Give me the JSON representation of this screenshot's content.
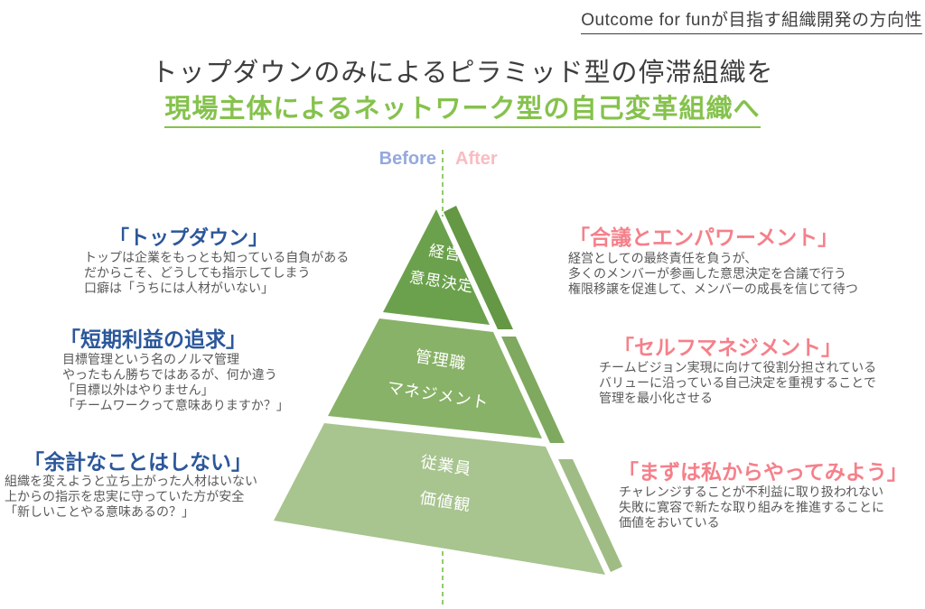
{
  "header": {
    "title": "Outcome for funが目指す組織開発の方向性"
  },
  "main_title": {
    "line1": "トップダウンのみによるピラミッド型の停滞組織を",
    "line2": "現場主体によるネットワーク型の自己変革組織へ"
  },
  "axis": {
    "before_label": "Before",
    "after_label": "After"
  },
  "pyramid": {
    "tiers": [
      {
        "label_line1": "経営",
        "label_line2": "意思決定",
        "front_color": "#6ba14c",
        "side_color": "#649844"
      },
      {
        "label_line1": "管理職",
        "label_line2": "マネジメント",
        "front_color": "#88b267",
        "side_color": "#7fa95e"
      },
      {
        "label_line1": "従業員",
        "label_line2": "価値観",
        "front_color": "#a8c48f",
        "side_color": "#9fbc85"
      }
    ]
  },
  "before_blocks": [
    {
      "heading": "「トップダウン」",
      "lines": [
        "トップは企業をもっとも知っている自負がある",
        "だからこそ、どうしても指示してしまう",
        "口癖は「うちには人材がいない」"
      ]
    },
    {
      "heading": "「短期利益の追求」",
      "lines": [
        "目標管理という名のノルマ管理",
        "やったもん勝ちではあるが、何か違う",
        "「目標以外はやりません」",
        "「チームワークって意味ありますか？」"
      ]
    },
    {
      "heading": "「余計なことはしない」",
      "lines": [
        "組織を変えようと立ち上がった人材はいない",
        "上からの指示を忠実に守っていた方が安全",
        "「新しいことやる意味あるの？」"
      ]
    }
  ],
  "after_blocks": [
    {
      "heading": "「合議とエンパワーメント」",
      "lines": [
        "経営としての最終責任を負うが、",
        "多くのメンバーが参画した意思決定を合議で行う",
        "権限移譲を促進して、メンバーの成長を信じて待つ"
      ]
    },
    {
      "heading": "「セルフマネジメント」",
      "lines": [
        "チームビジョン実現に向けて役割分担されている",
        "バリューに沿っている自己決定を重視することで",
        "管理を最小化させる"
      ]
    },
    {
      "heading": "「まずは私からやってみよう」",
      "lines": [
        "チャレンジすることが不利益に取り扱われない",
        "失敗に寛容で新たな取り組みを推進することに",
        "価値をおいている"
      ]
    }
  ],
  "colors": {
    "before_accent": "#2b579a",
    "after_accent": "#f5808a",
    "before_label": "#96a9dc",
    "after_label": "#f8bcc1",
    "title_green": "#85c24c",
    "divider_green": "#76c043",
    "body_text": "#595959"
  }
}
